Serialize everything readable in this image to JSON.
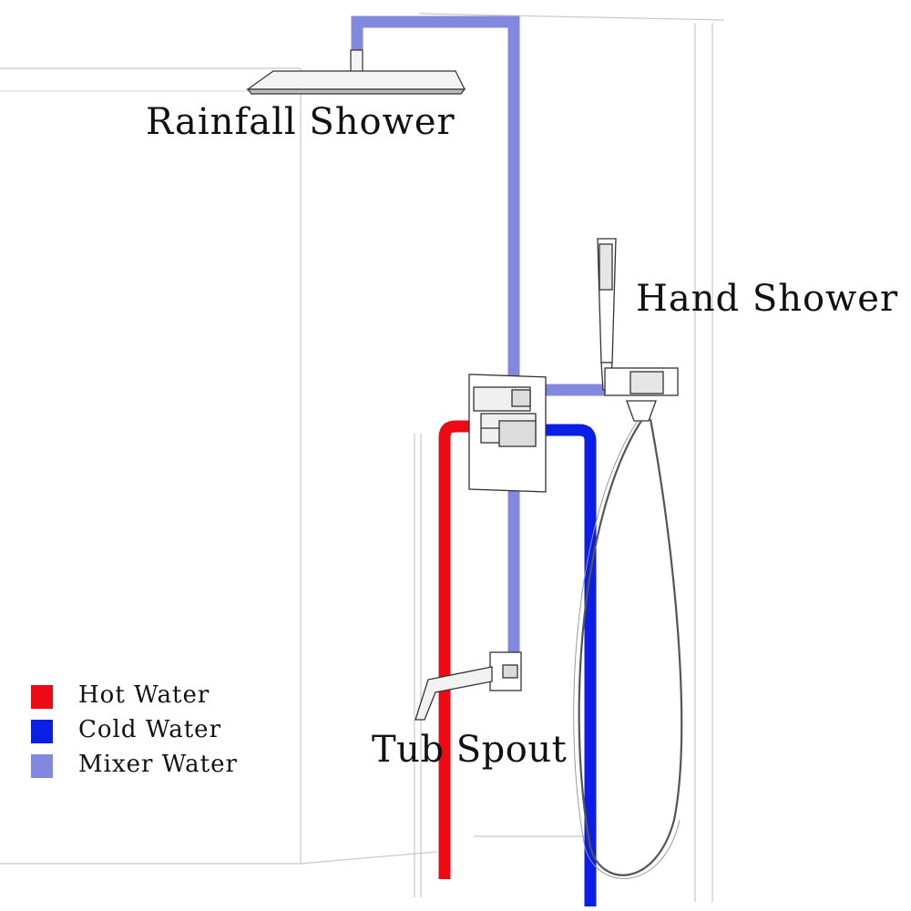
{
  "labels": {
    "rainfall": "Rainfall Shower",
    "hand": "Hand Shower",
    "tub": "Tub Spout"
  },
  "legend": [
    {
      "text": "Hot Water",
      "color": "#ee0a14"
    },
    {
      "text": "Cold Water",
      "color": "#0a1ee6"
    },
    {
      "text": "Mixer Water",
      "color": "#8088e0"
    }
  ],
  "pipe_colors": {
    "hot": "#ee0a14",
    "cold": "#0a1ee6",
    "mixer": "#8088e0"
  },
  "icons": [
    "rainfall-shower-head-icon",
    "hand-shower-icon",
    "mixer-valve-icon",
    "tub-spout-icon"
  ]
}
